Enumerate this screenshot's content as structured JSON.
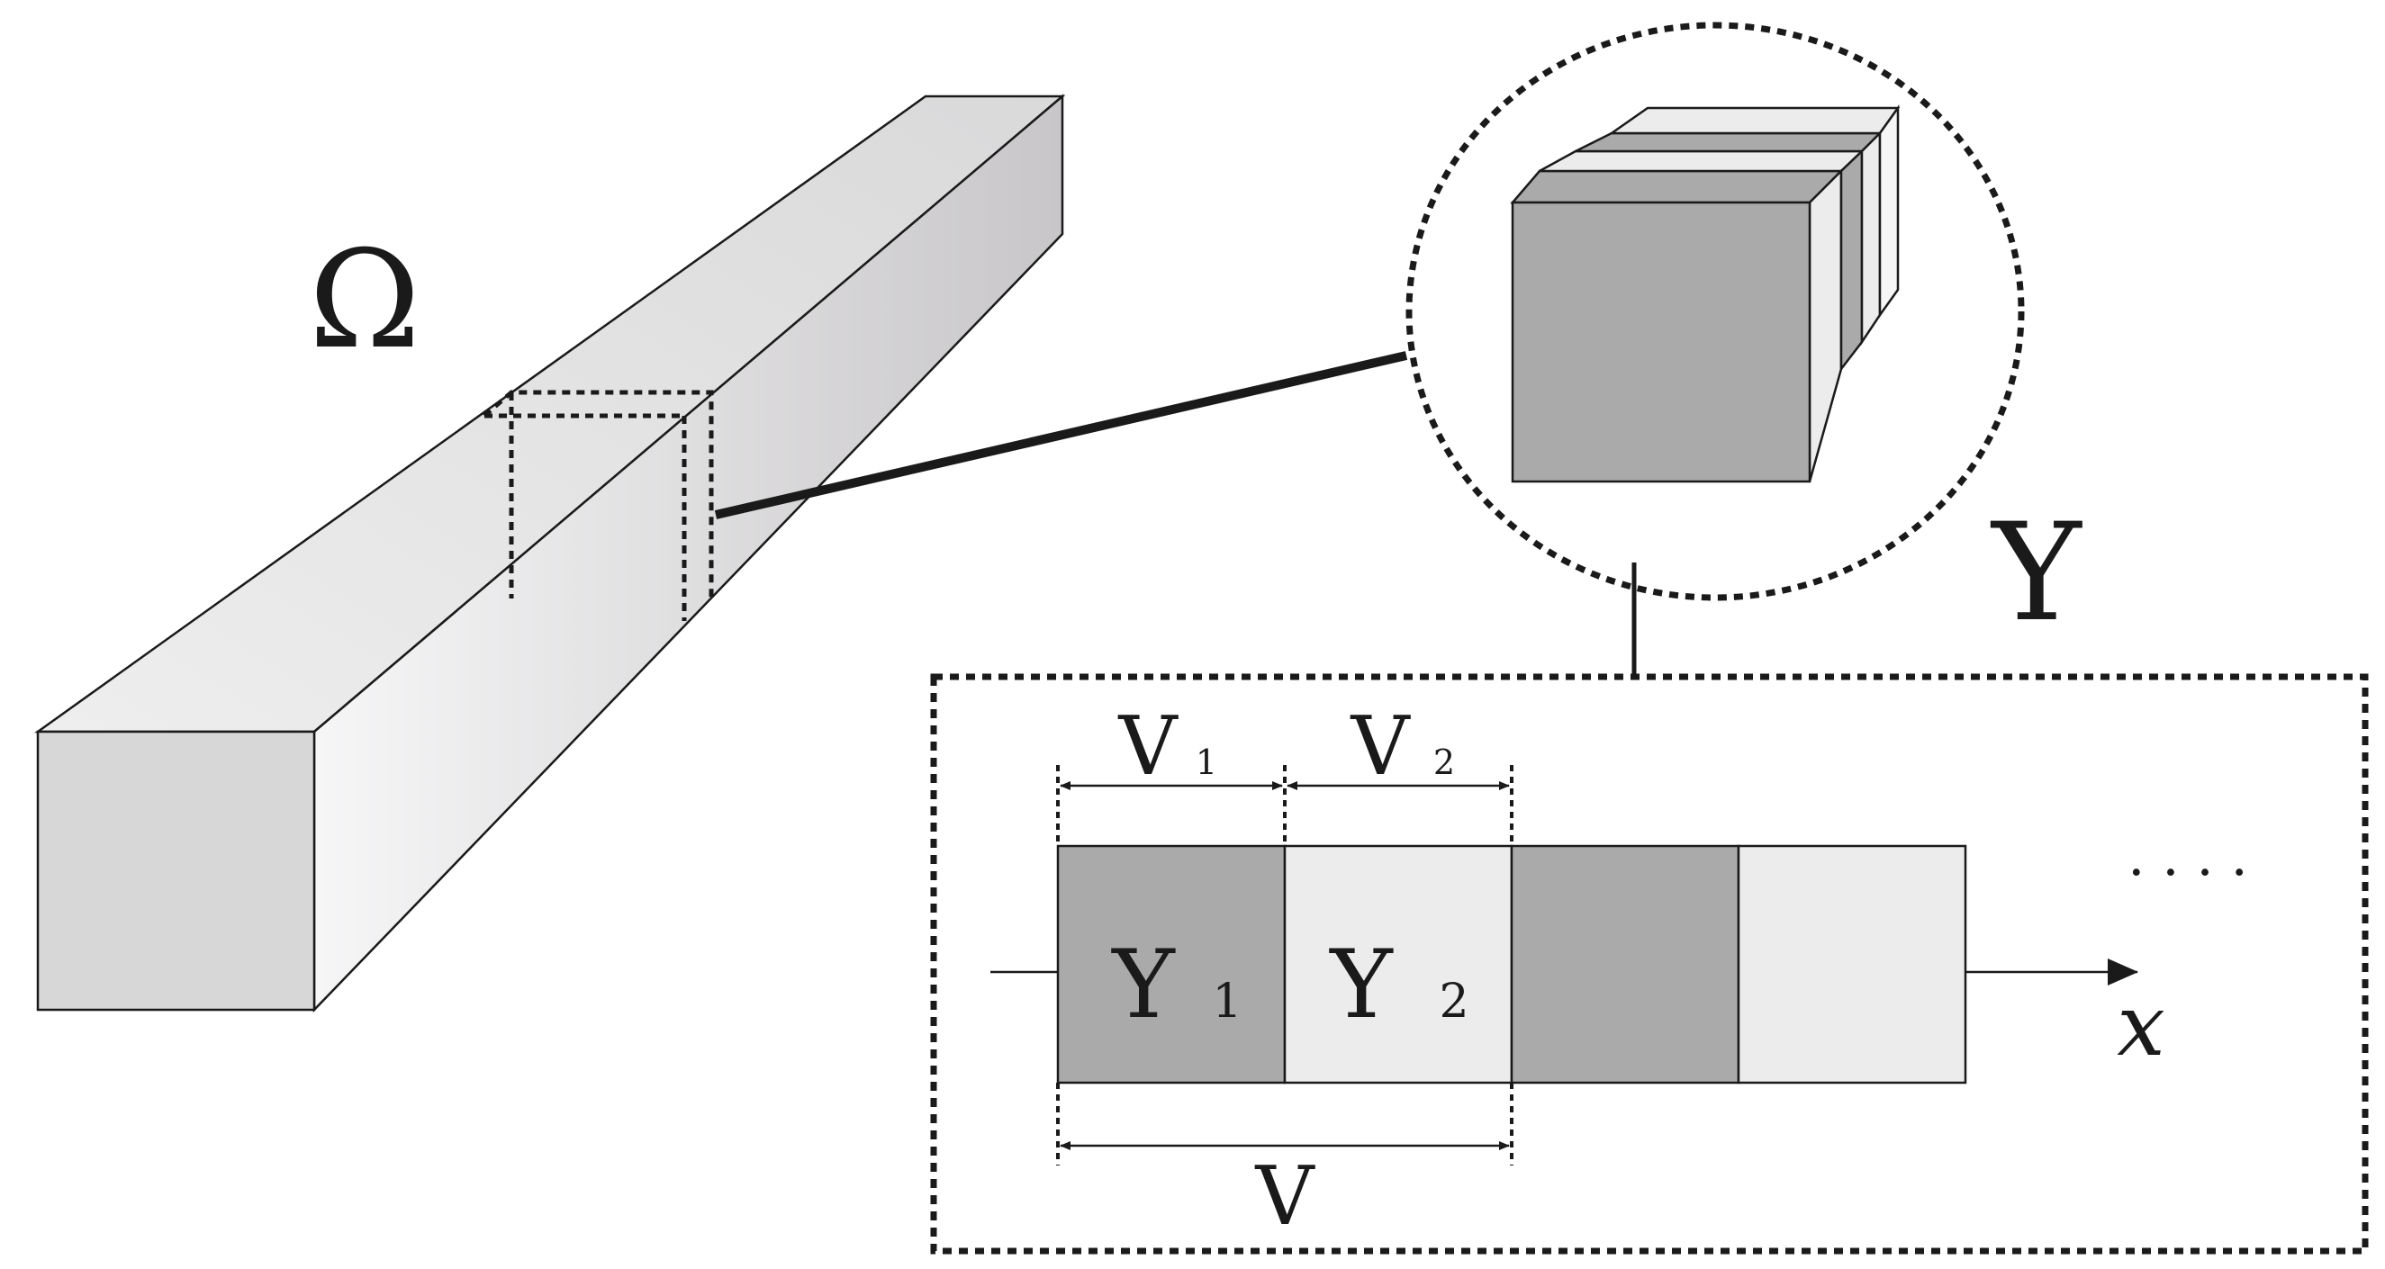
{
  "labels": {
    "omega": "Ω",
    "y_cell": "Y",
    "y1_main": "Y",
    "y1_sub": "1",
    "y2_main": "Y",
    "y2_sub": "2",
    "v1_main": "V",
    "v1_sub": "1",
    "v2_main": "V",
    "v2_sub": "2",
    "v_total": "V",
    "x_axis": "x",
    "ellipsis": ". . . ."
  },
  "colors": {
    "dark_phase": "#a9aaa9",
    "light_phase": "#ececed",
    "beam_front": "#d6d7d6",
    "beam_side_light": "#f4f4f5",
    "beam_side_dark": "#c9c7c9",
    "beam_top": "#e3e3e4",
    "stroke": "#1a1a1a"
  }
}
